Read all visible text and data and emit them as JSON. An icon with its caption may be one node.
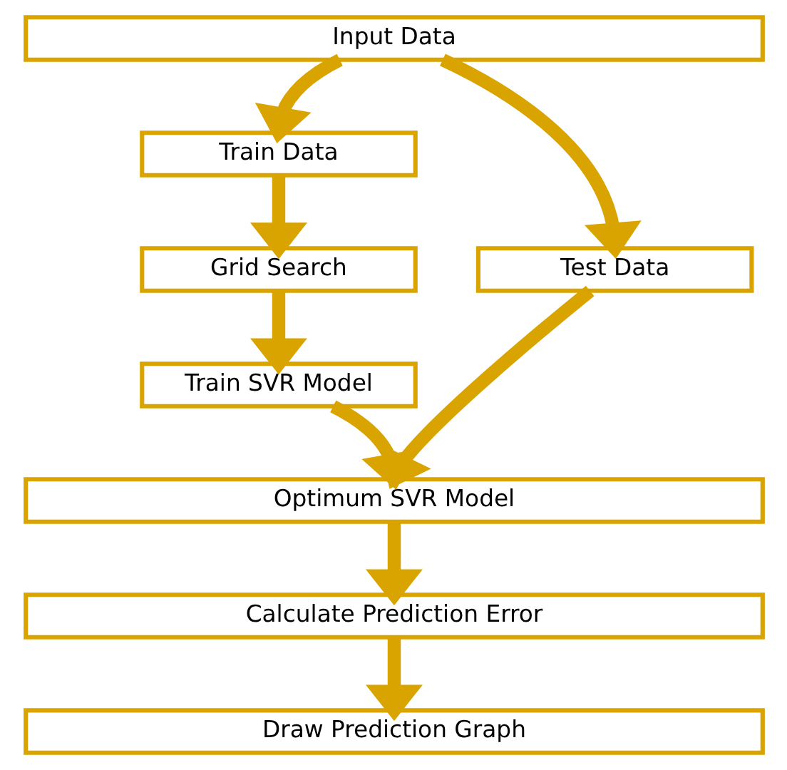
{
  "diagram": {
    "nodes": [
      {
        "text": [
          "Input Data"
        ]
      },
      {
        "text": [
          "Train Data"
        ]
      },
      {
        "text": [
          "Grid Search"
        ]
      },
      {
        "text": [
          "Train SVR Model"
        ]
      },
      {
        "text": [
          "Test Data"
        ]
      },
      {
        "text": [
          "Optimum SVR Model"
        ]
      },
      {
        "text": [
          "Calculate Prediction Error"
        ]
      },
      {
        "text": [
          "Draw Prediction Graph"
        ]
      }
    ],
    "edges": [
      {
        "from": 0,
        "to": 1,
        "arrow": "to"
      },
      {
        "from": 1,
        "to": 2,
        "arrow": "to"
      },
      {
        "from": 2,
        "to": 3,
        "arrow": "to"
      },
      {
        "from": 0,
        "to": 4,
        "arrow": "to"
      },
      {
        "from": 3,
        "to": 5,
        "arrow": "to"
      },
      {
        "from": 4,
        "to": 5,
        "arrow": "to"
      },
      {
        "from": 5,
        "to": 6,
        "arrow": "to"
      },
      {
        "from": 6,
        "to": 7,
        "arrow": "to"
      }
    ]
  }
}
